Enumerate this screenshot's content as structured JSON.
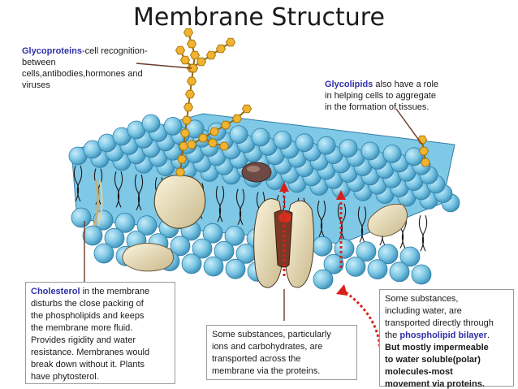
{
  "title": "Membrane Structure",
  "glycoproteins": {
    "term": "Glycoproteins",
    "line1": "-cell recognition-",
    "line2": "between",
    "line3": "cells,antibodies,hormones and",
    "line4": "viruses"
  },
  "glycolipids": {
    "term": "Glycolipids",
    "line1": " also have a role",
    "line2": "in helping cells to aggregate",
    "line3": "in the formation of tissues."
  },
  "cholesterol": {
    "term": "Cholesterol",
    "line1": " in the membrane",
    "line2": "disturbs the close packing of",
    "line3": "the phospholipids and keeps",
    "line4": "the membrane more fluid.",
    "line5": "Provides rigidity and water",
    "line6": "resistance. Membranes would",
    "line7": "break down without it. Plants",
    "line8": "have phytosterol."
  },
  "proteins_note": {
    "line1": "Some substances, particularly",
    "line2": "ions and carbohydrates, are",
    "line3": "transported across the",
    "line4": "membrane via the proteins."
  },
  "bilayer_note": {
    "line1": "Some substances,",
    "line2": "including water, are",
    "line3": "transported directly through",
    "line4": "the ",
    "term": "phospholipid bilayer",
    "line4_end": ".",
    "bold1": "But mostly impermeable",
    "bold2": "to water soluble(polar)",
    "bold3": "molecules-most",
    "bold4": "movement via proteins."
  },
  "colors": {
    "head": "#7cc6e4",
    "head_dark": "#3a8fb8",
    "sugar": "#f2b430",
    "protein": "#ece0c0",
    "arrow_red": "#d8201a",
    "pointer": "#6b3a2a"
  }
}
